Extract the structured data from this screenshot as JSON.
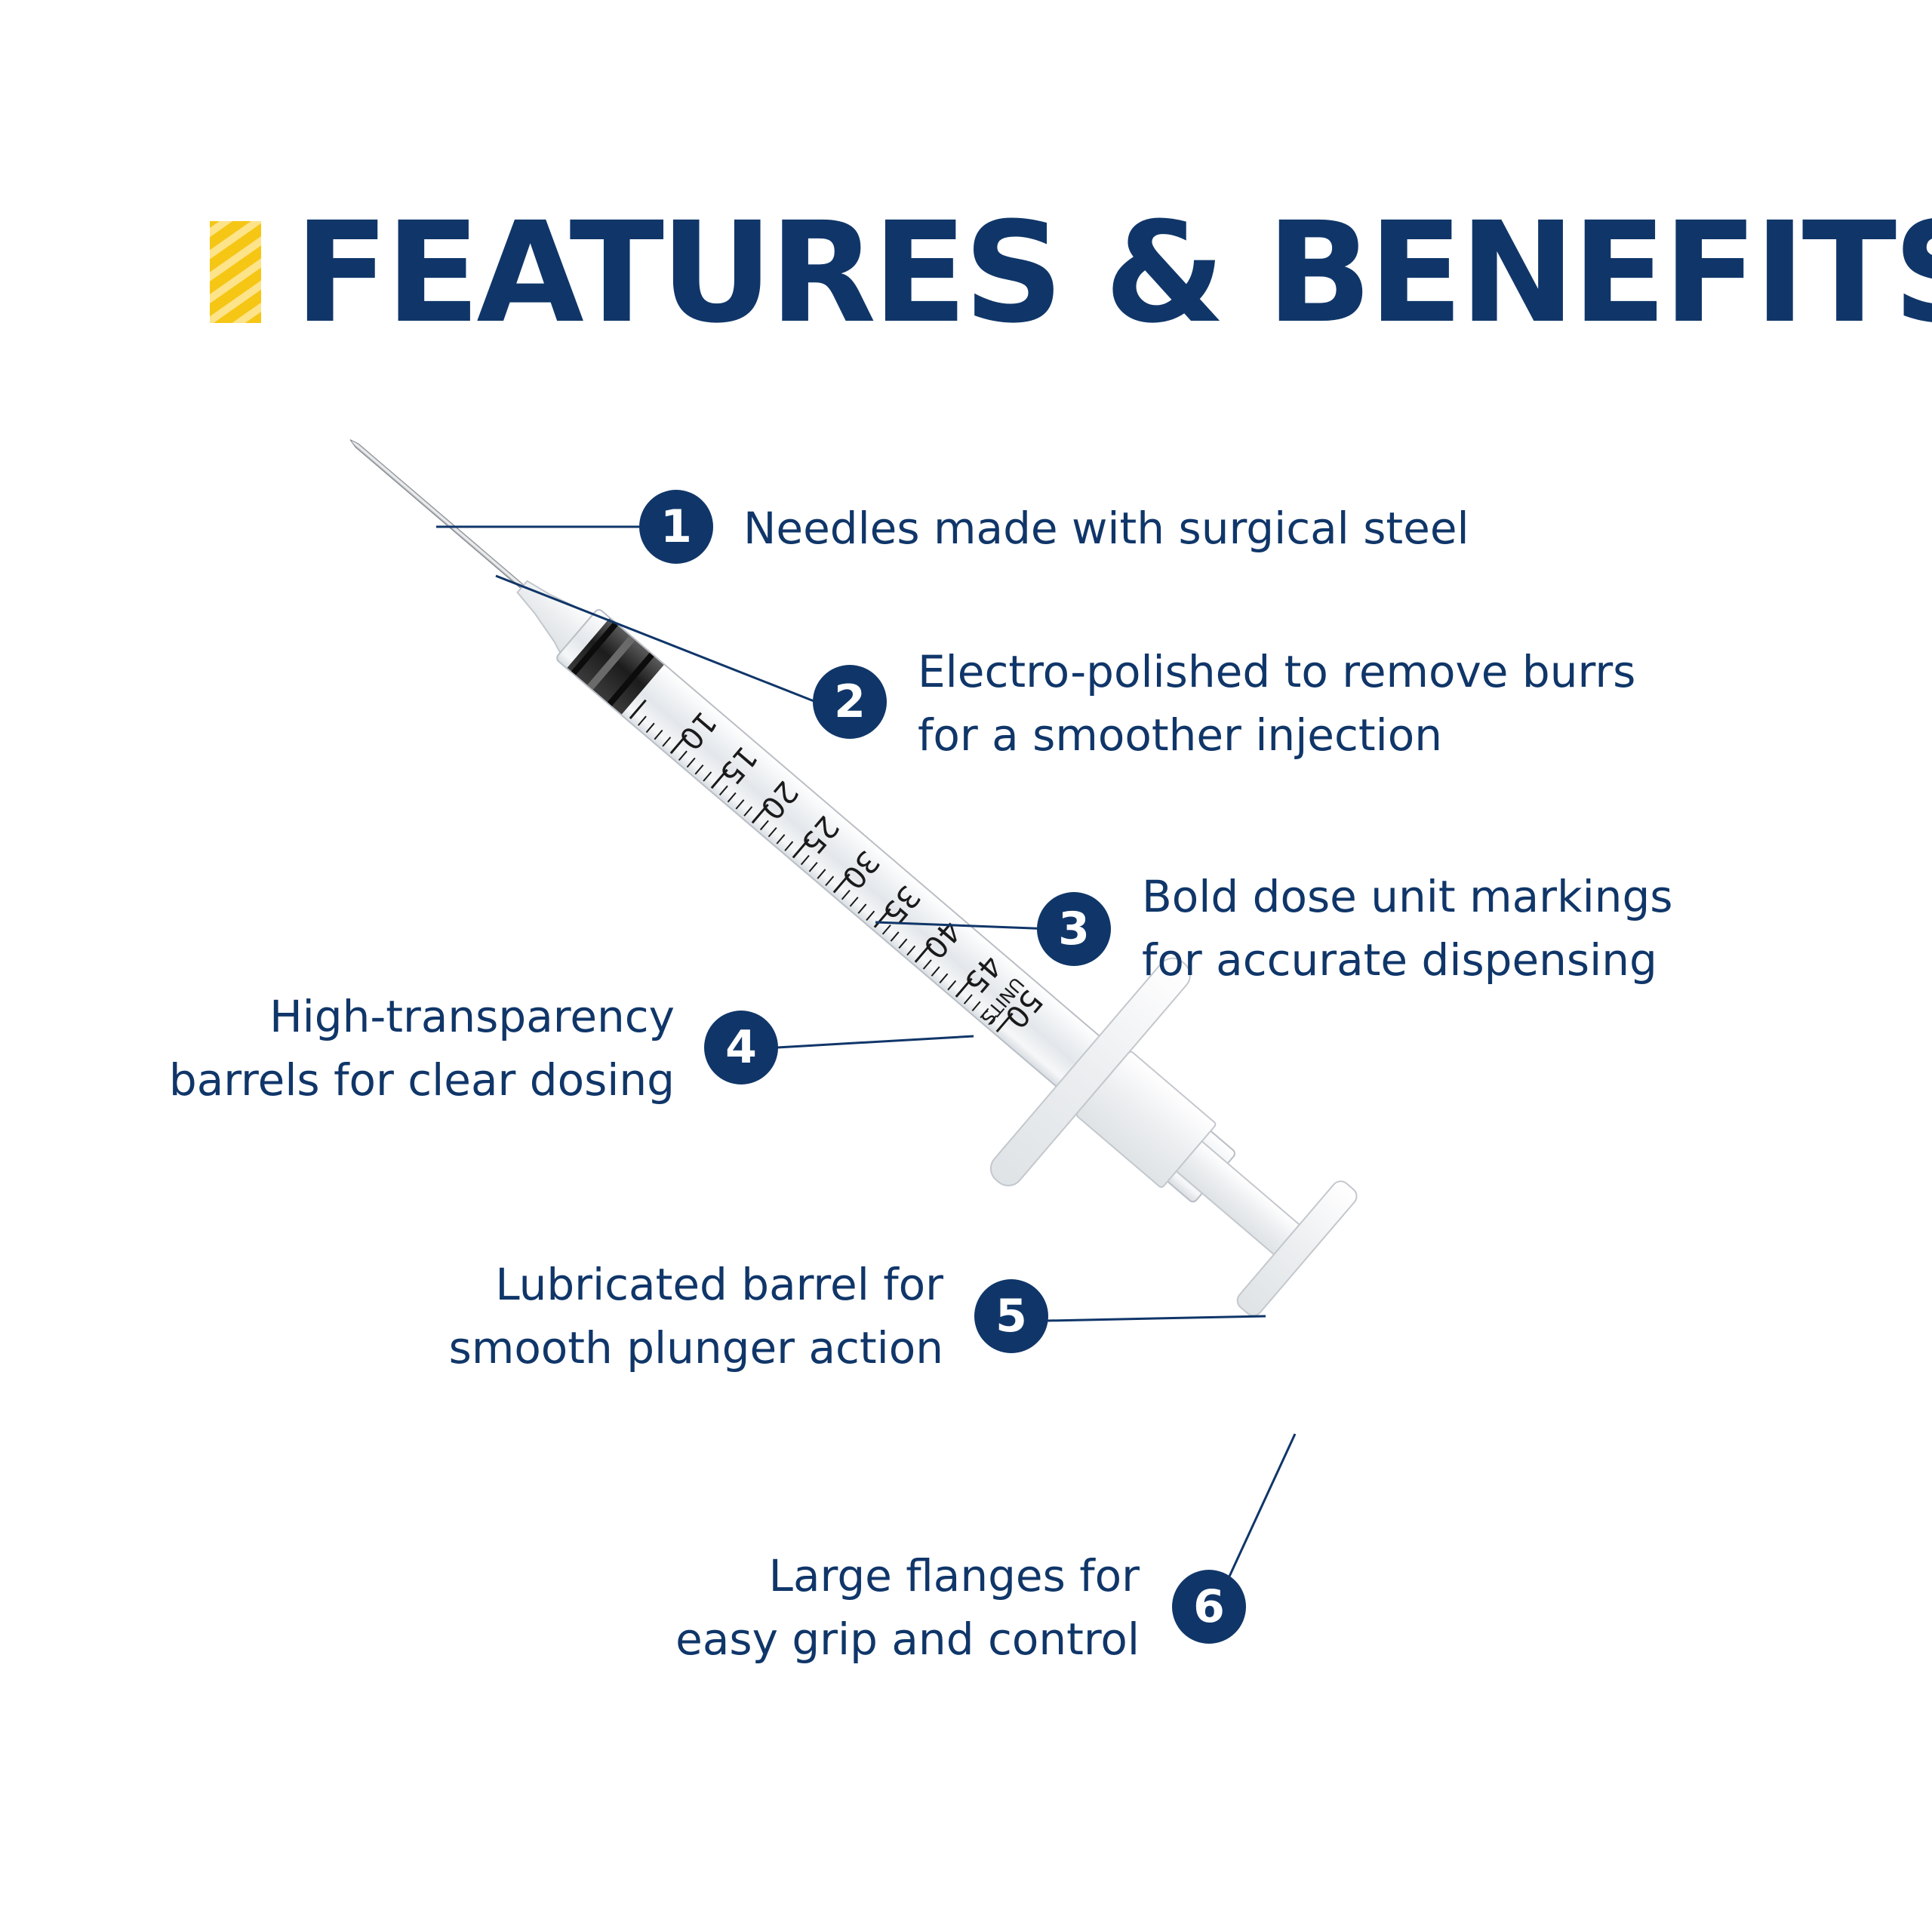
{
  "title": "FEATURES & BENEFITS",
  "colors": {
    "brand_navy": "#103669",
    "accent_yellow": "#f6c615",
    "accent_yellow_light": "#fde48a"
  },
  "syringe": {
    "scale_numbers": [
      "10",
      "15",
      "20",
      "25",
      "30",
      "35",
      "40",
      "45",
      "50"
    ],
    "unit_label": "UNITS"
  },
  "callouts": [
    {
      "number": "1",
      "lines": [
        "Needles made with surgical steel"
      ]
    },
    {
      "number": "2",
      "lines": [
        "Electro-polished to remove burrs",
        "for a smoother injection"
      ]
    },
    {
      "number": "3",
      "lines": [
        "Bold dose unit markings",
        "for accurate dispensing"
      ]
    },
    {
      "number": "4",
      "lines": [
        "High-transparency",
        "barrels for clear dosing"
      ]
    },
    {
      "number": "5",
      "lines": [
        "Lubricated barrel for",
        "smooth plunger action"
      ]
    },
    {
      "number": "6",
      "lines": [
        "Large flanges for",
        "easy grip and control"
      ]
    }
  ]
}
